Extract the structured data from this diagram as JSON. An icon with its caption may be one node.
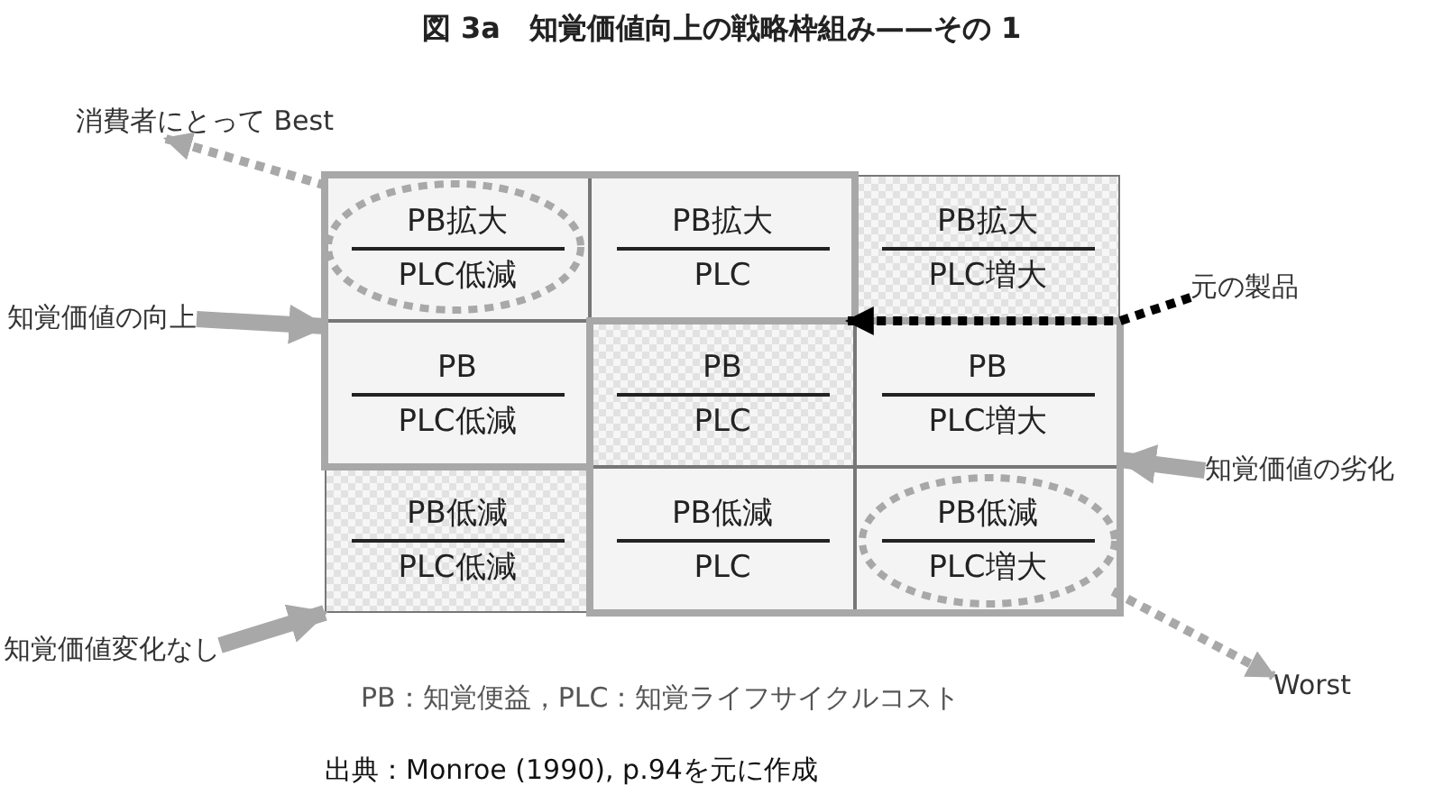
{
  "diagram": {
    "title": "図 3a　知覚価値向上の戦略枠組み——その 1",
    "caption": "出典：Monroe (1990), p.94を元に作成",
    "nodes": [
      {
        "text": [
          "PB拡大",
          "PLC低減"
        ]
      },
      {
        "text": [
          "PB拡大",
          "PLC"
        ]
      },
      {
        "text": [
          "PB拡大",
          "PLC増大"
        ]
      },
      {
        "text": [
          "PB",
          "PLC低減"
        ]
      },
      {
        "text": [
          "PB",
          "PLC"
        ]
      },
      {
        "text": [
          "PB",
          "PLC増大"
        ]
      },
      {
        "text": [
          "PB低減",
          "PLC低減"
        ]
      },
      {
        "text": [
          "PB低減",
          "PLC"
        ]
      },
      {
        "text": [
          "PB低減",
          "PLC増大"
        ]
      },
      {
        "text": [
          "消費者にとって Best"
        ]
      },
      {
        "text": [
          "元の製品"
        ]
      },
      {
        "text": [
          "知覚価値の向上"
        ]
      },
      {
        "text": [
          "知覚価値の劣化"
        ]
      },
      {
        "text": [
          "知覚価値変化なし"
        ]
      },
      {
        "text": [
          "Worst"
        ]
      }
    ],
    "edges": [
      {
        "from": 0,
        "to": 9,
        "arrow": "to",
        "style": "dashed"
      },
      {
        "from": 10,
        "to": 4,
        "arrow": "to",
        "style": "dashed",
        "color": "#000000"
      },
      {
        "from": 11,
        "to": 3,
        "arrow": "to",
        "style": "thick"
      },
      {
        "from": 12,
        "to": 5,
        "arrow": "to",
        "style": "thick"
      },
      {
        "from": 13,
        "to": 6,
        "arrow": "to",
        "style": "thick"
      },
      {
        "from": 8,
        "to": 14,
        "arrow": "to",
        "style": "dashed"
      }
    ],
    "labels": [
      "PB：知覚便益，PLC：知覚ライフサイクルコスト"
    ]
  }
}
